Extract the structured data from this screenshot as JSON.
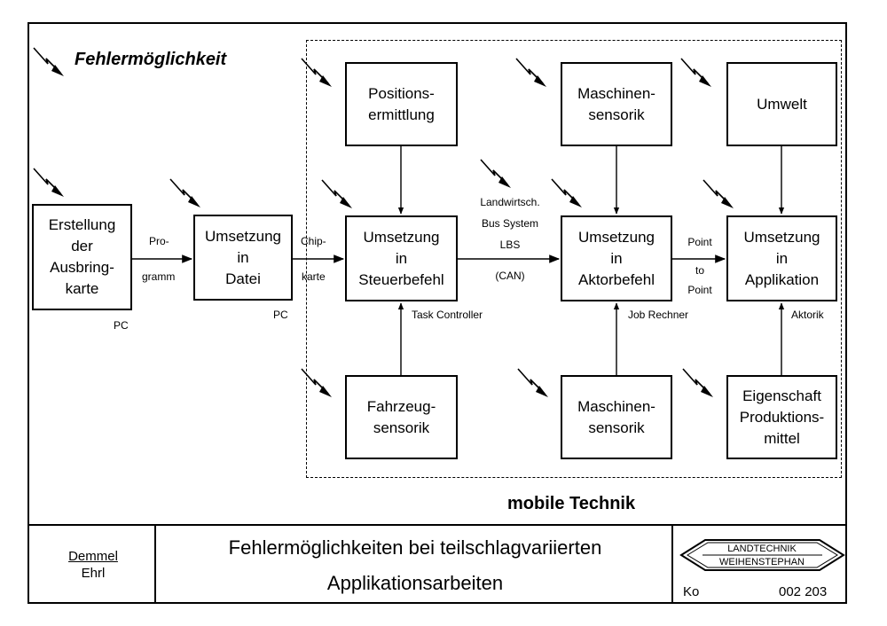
{
  "legend_label": "Fehlermöglichkeit",
  "area_label": "mobile Technik",
  "boxes": {
    "erstellung": [
      "Erstellung",
      "der",
      "Ausbring-",
      "karte"
    ],
    "datei": [
      "Umsetzung",
      "in",
      "Datei"
    ],
    "steuerbefehl": [
      "Umsetzung",
      "in",
      "Steuerbefehl"
    ],
    "aktorbefehl": [
      "Umsetzung",
      "in",
      "Aktorbefehl"
    ],
    "applikation": [
      "Umsetzung",
      "in",
      "Applikation"
    ],
    "positionsermittlung": [
      "Positions-",
      "ermittlung"
    ],
    "maschinensensorik_top": [
      "Maschinen-",
      "sensorik"
    ],
    "umwelt": [
      "Umwelt"
    ],
    "fahrzeugsensorik": [
      "Fahrzeug-",
      "sensorik"
    ],
    "maschinensensorik_bottom": [
      "Maschinen-",
      "sensorik"
    ],
    "eigenschaft": [
      "Eigenschaft",
      "Produktions-",
      "mittel"
    ]
  },
  "labels": {
    "programm_top": "Pro-",
    "programm_bottom": "gramm",
    "chipkarte_top": "Chip-",
    "chipkarte_bottom": "karte",
    "pc_1": "PC",
    "pc_2": "PC",
    "bus_1": "Landwirtsch.",
    "bus_2": "Bus System",
    "bus_3": "LBS",
    "bus_4": "(CAN)",
    "p2p_1": "Point",
    "p2p_2": "to",
    "p2p_3": "Point",
    "task_controller": "Task Controller",
    "job_rechner": "Job Rechner",
    "aktorik": "Aktorik"
  },
  "footer": {
    "author_1": "Demmel",
    "author_2": "Ehrl",
    "title_1": "Fehlermöglichkeiten bei teilschlagvariierten",
    "title_2": "Applikationsarbeiten",
    "logo_text_1": "LANDTECHNIK",
    "logo_text_2": "WEIHENSTEPHAN",
    "ko": "Ko",
    "number": "002 203"
  },
  "icons": {
    "fault_marker": "lightning-bolt-icon"
  }
}
